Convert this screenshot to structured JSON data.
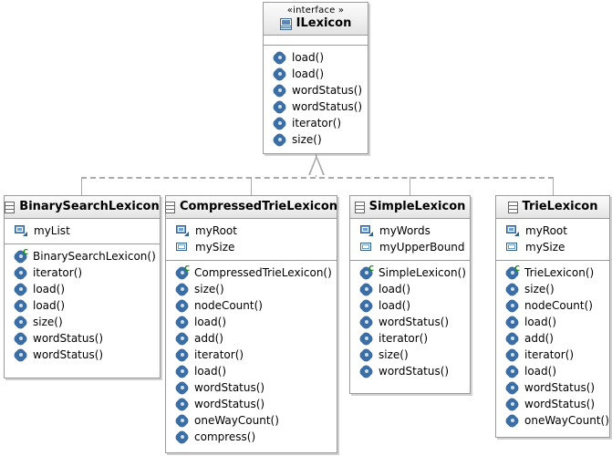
{
  "diagram": {
    "kind": "uml-class-diagram",
    "background": "#ffffff",
    "line_color": "#aaaaaa",
    "border_color": "#9a9a9a",
    "relationship": "realization",
    "icons": {
      "interface": "interface-icon",
      "class": "class-icon",
      "field": "field-icon",
      "method": "method-icon",
      "constructor": "constructor-icon"
    }
  },
  "interface_box": {
    "stereotype": "«interface »",
    "name": "ILexicon",
    "attributes": [],
    "methods": [
      {
        "label": "load()",
        "icon": "method-icon"
      },
      {
        "label": "load()",
        "icon": "method-icon"
      },
      {
        "label": "wordStatus()",
        "icon": "method-icon"
      },
      {
        "label": "wordStatus()",
        "icon": "method-icon"
      },
      {
        "label": "iterator()",
        "icon": "method-icon"
      },
      {
        "label": "size()",
        "icon": "method-icon"
      }
    ]
  },
  "classes": [
    {
      "name": "BinarySearchLexicon",
      "attributes": [
        {
          "label": "myList",
          "icon": "field-icon"
        }
      ],
      "methods": [
        {
          "label": "BinarySearchLexicon()",
          "icon": "constructor-icon"
        },
        {
          "label": "iterator()",
          "icon": "method-icon"
        },
        {
          "label": "load()",
          "icon": "method-icon"
        },
        {
          "label": "load()",
          "icon": "method-icon"
        },
        {
          "label": "size()",
          "icon": "method-icon"
        },
        {
          "label": "wordStatus()",
          "icon": "method-icon"
        },
        {
          "label": "wordStatus()",
          "icon": "method-icon"
        }
      ]
    },
    {
      "name": "CompressedTrieLexicon",
      "attributes": [
        {
          "label": "myRoot",
          "icon": "field-icon"
        },
        {
          "label": "mySize",
          "icon": "field-plain-icon"
        }
      ],
      "methods": [
        {
          "label": "CompressedTrieLexicon()",
          "icon": "constructor-icon"
        },
        {
          "label": "size()",
          "icon": "method-icon"
        },
        {
          "label": "nodeCount()",
          "icon": "method-icon"
        },
        {
          "label": "load()",
          "icon": "method-icon"
        },
        {
          "label": "add()",
          "icon": "method-icon"
        },
        {
          "label": "iterator()",
          "icon": "method-icon"
        },
        {
          "label": "load()",
          "icon": "method-icon"
        },
        {
          "label": "wordStatus()",
          "icon": "method-icon"
        },
        {
          "label": "wordStatus()",
          "icon": "method-icon"
        },
        {
          "label": "oneWayCount()",
          "icon": "method-icon"
        },
        {
          "label": "compress()",
          "icon": "method-icon"
        }
      ]
    },
    {
      "name": "SimpleLexicon",
      "attributes": [
        {
          "label": "myWords",
          "icon": "field-icon"
        },
        {
          "label": "myUpperBound",
          "icon": "field-plain-icon"
        }
      ],
      "methods": [
        {
          "label": "SimpleLexicon()",
          "icon": "constructor-icon"
        },
        {
          "label": "load()",
          "icon": "method-icon"
        },
        {
          "label": "load()",
          "icon": "method-icon"
        },
        {
          "label": "wordStatus()",
          "icon": "method-icon"
        },
        {
          "label": "iterator()",
          "icon": "method-icon"
        },
        {
          "label": "size()",
          "icon": "method-icon"
        },
        {
          "label": "wordStatus()",
          "icon": "method-icon"
        }
      ]
    },
    {
      "name": "TrieLexicon",
      "attributes": [
        {
          "label": "myRoot",
          "icon": "field-icon"
        },
        {
          "label": "mySize",
          "icon": "field-plain-icon"
        }
      ],
      "methods": [
        {
          "label": "TrieLexicon()",
          "icon": "constructor-icon"
        },
        {
          "label": "size()",
          "icon": "method-icon"
        },
        {
          "label": "nodeCount()",
          "icon": "method-icon"
        },
        {
          "label": "load()",
          "icon": "method-icon"
        },
        {
          "label": "add()",
          "icon": "method-icon"
        },
        {
          "label": "iterator()",
          "icon": "method-icon"
        },
        {
          "label": "load()",
          "icon": "method-icon"
        },
        {
          "label": "wordStatus()",
          "icon": "method-icon"
        },
        {
          "label": "wordStatus()",
          "icon": "method-icon"
        },
        {
          "label": "oneWayCount()",
          "icon": "method-icon"
        }
      ]
    }
  ]
}
